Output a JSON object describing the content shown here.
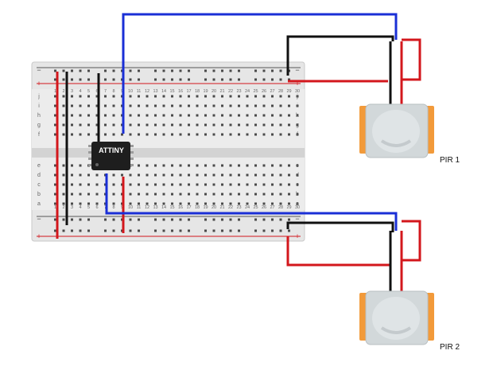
{
  "board": {
    "minus_label": "−",
    "plus_label": "+",
    "top_row_letters": [
      "j",
      "i",
      "h",
      "g",
      "f"
    ],
    "bottom_row_letters": [
      "e",
      "d",
      "c",
      "b",
      "a"
    ],
    "columns": [
      "1",
      "2",
      "3",
      "4",
      "5",
      "6",
      "7",
      "8",
      "9",
      "10",
      "11",
      "12",
      "13",
      "14",
      "15",
      "16",
      "17",
      "18",
      "19",
      "20",
      "21",
      "22",
      "23",
      "24",
      "25",
      "26",
      "27",
      "28",
      "29",
      "30"
    ]
  },
  "chip": {
    "label": "ATTINY"
  },
  "sensors": [
    {
      "label": "PIR 1"
    },
    {
      "label": "PIR 2"
    }
  ],
  "wire_colors": {
    "blue": "#1a2fd6",
    "black": "#111111",
    "red": "#d3171c"
  },
  "component_colors": {
    "pir_lens": "#d2d8da",
    "pir_tab": "#f29a3a",
    "chip_body": "#1e1e1e",
    "board": "#e6e6e6"
  }
}
